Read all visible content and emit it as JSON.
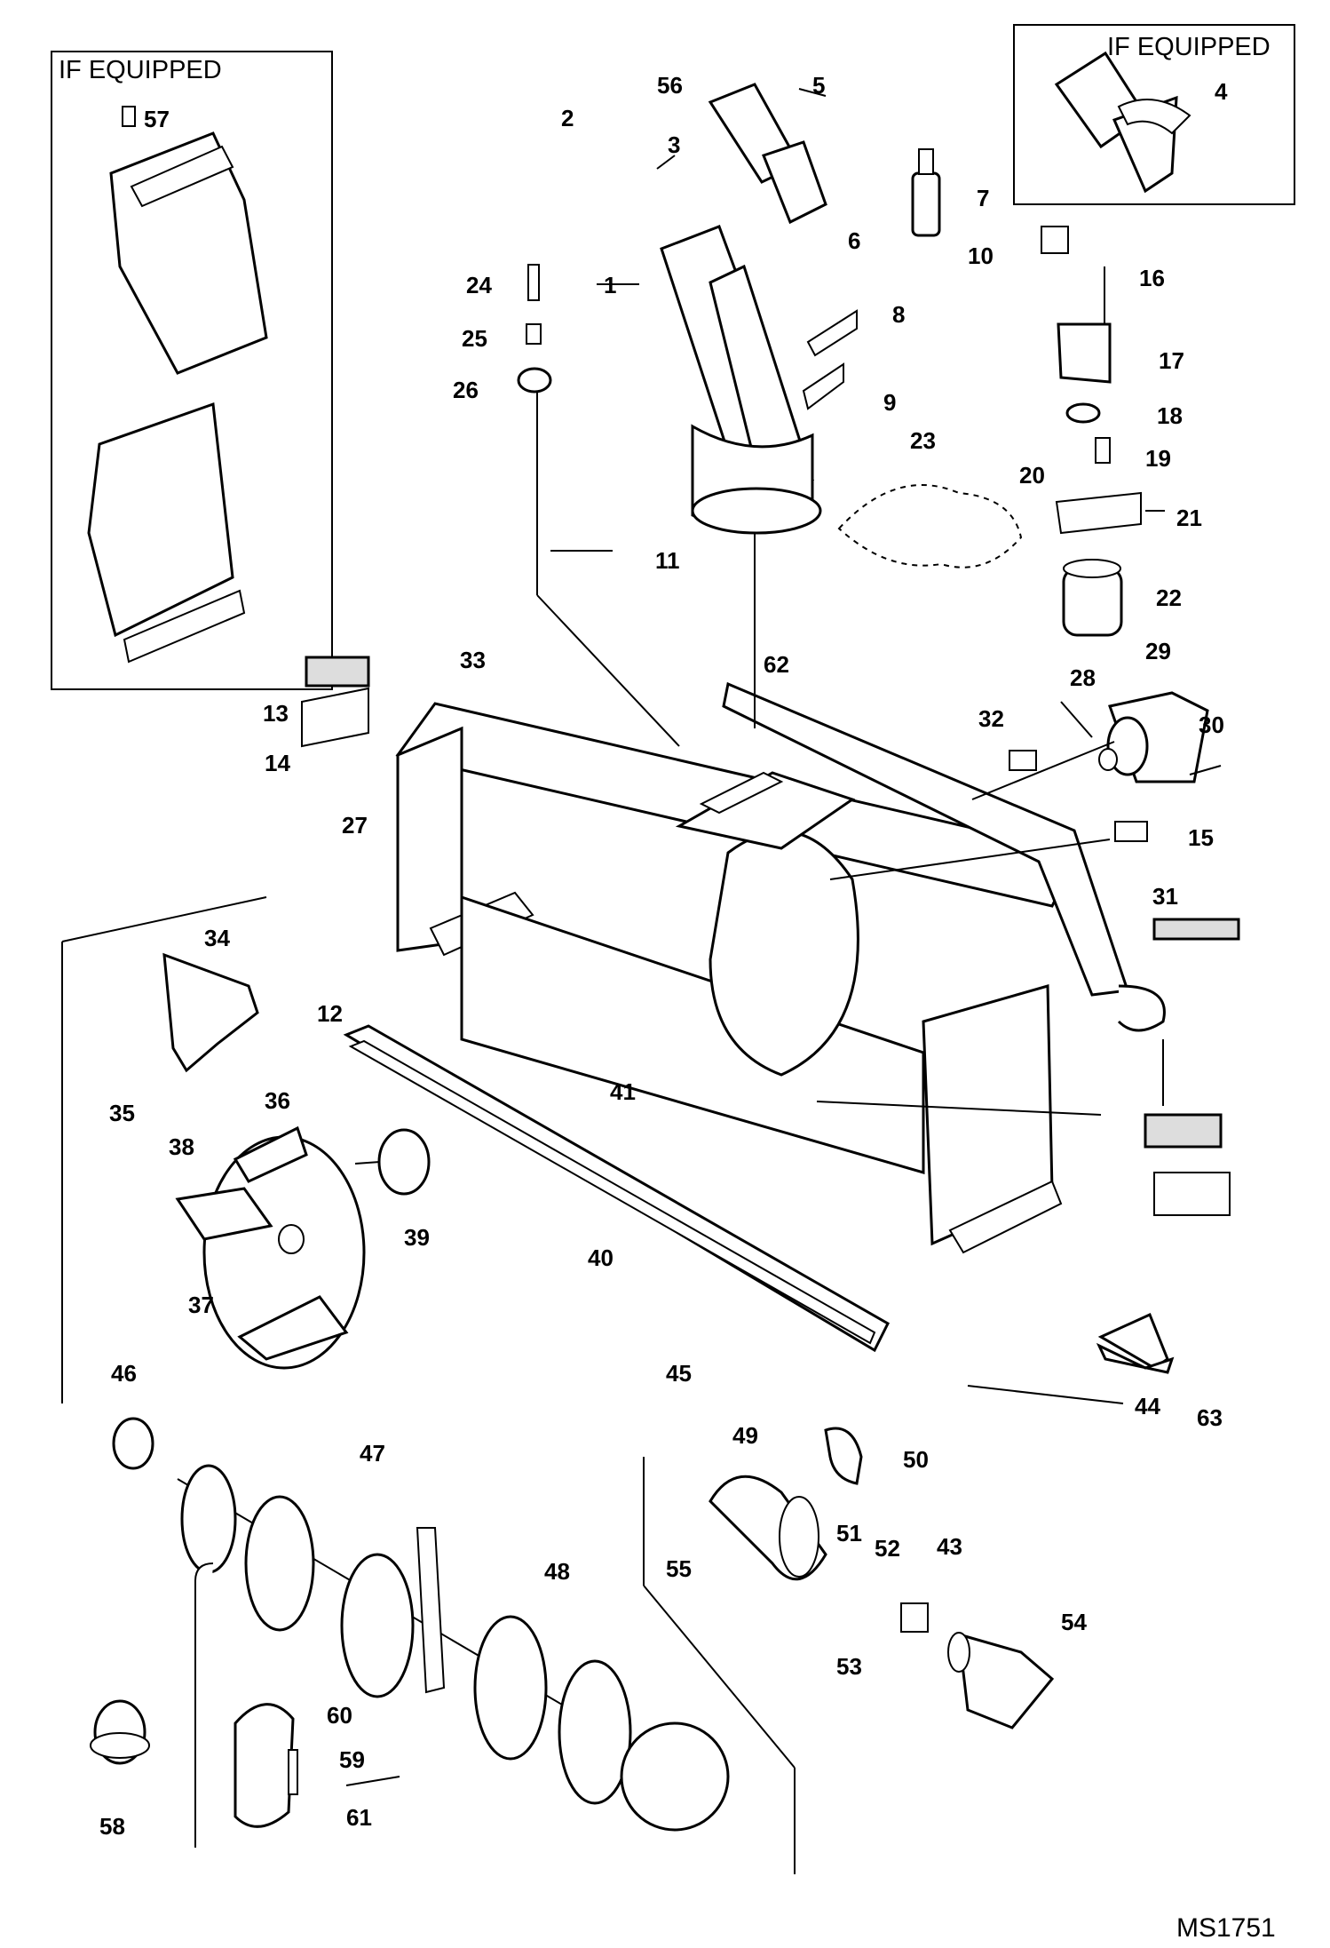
{
  "diagram": {
    "drawing_code": "MS1751",
    "inset_left_header": "IF EQUIPPED",
    "inset_right_header": "IF EQUIPPED",
    "callouts": [
      "1",
      "2",
      "3",
      "4",
      "5",
      "6",
      "7",
      "8",
      "9",
      "10",
      "11",
      "12",
      "13",
      "14",
      "15",
      "16",
      "17",
      "18",
      "19",
      "20",
      "21",
      "22",
      "23",
      "24",
      "25",
      "26",
      "27",
      "28",
      "29",
      "30",
      "31",
      "32",
      "33",
      "34",
      "35",
      "36",
      "37",
      "38",
      "39",
      "40",
      "41",
      "43",
      "44",
      "45",
      "46",
      "47",
      "48",
      "49",
      "50",
      "51",
      "52",
      "53",
      "54",
      "55",
      "56",
      "57",
      "58",
      "59",
      "60",
      "61",
      "62",
      "63"
    ]
  }
}
